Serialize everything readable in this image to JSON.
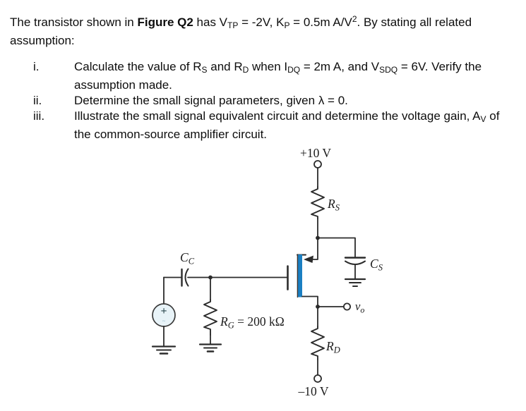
{
  "document": {
    "intro": {
      "line1": [
        "The transistor shown in ",
        "Figure Q2",
        " has V",
        "TP",
        " = -2V, K",
        "P",
        " = 0.5m A/V",
        "2",
        ". By stating all related"
      ],
      "line2": "assumption:"
    },
    "items": [
      {
        "marker": "i.",
        "line1": [
          "Calculate the value of R",
          "S",
          " and R",
          "D",
          " when I",
          "DQ",
          " = 2m A, and V",
          "SDQ",
          " = 6V. Verify the"
        ],
        "line2": "assumption made."
      },
      {
        "marker": "ii.",
        "line1": [
          "Determine the small signal parameters, given λ = 0."
        ]
      },
      {
        "marker": "iii.",
        "line1": [
          "Illustrate the small signal equivalent circuit and determine the voltage gain, A",
          "V",
          " of"
        ],
        "line2": "the common-source amplifier circuit."
      }
    ]
  },
  "circuit": {
    "supply_top_label": "+10 V",
    "supply_bottom_label": "–10 V",
    "labels": {
      "rs": {
        "sym": "R",
        "sub": "S"
      },
      "rd": {
        "sym": "R",
        "sub": "D"
      },
      "rg": {
        "sym": "R",
        "sub": "G",
        "suffix": " = 200 kΩ"
      },
      "cc": {
        "sym": "C",
        "sub": "C"
      },
      "cs": {
        "sym": "C",
        "sub": "S"
      },
      "vo": {
        "sym": "v",
        "sub": "o"
      },
      "source_plus": "+",
      "source_minus": "~"
    },
    "colors": {
      "wire": "#2b2b2b",
      "channel_blue": "#1b7fc2",
      "channel_edge": "#41342c",
      "source_fill": "#e8f3f8"
    }
  }
}
